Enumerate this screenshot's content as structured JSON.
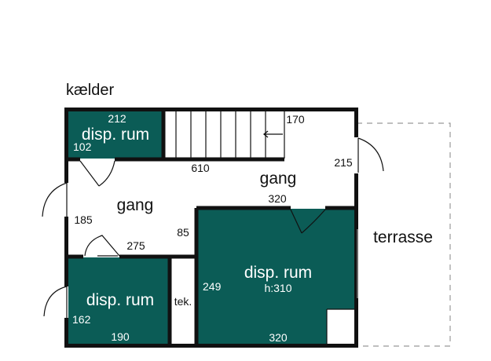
{
  "title": "kælder",
  "colors": {
    "wall": "#111111",
    "room_fill": "#0b5c56",
    "terrace_dash": "#888888",
    "text_on_fill": "#ffffff",
    "text": "#111111"
  },
  "rooms": {
    "storage_top_left": {
      "name": "disp. rum",
      "dim_top": "212",
      "dim_left": "102"
    },
    "storage_bottom_left": {
      "name": "disp. rum",
      "dim_left": "162",
      "dim_bottom": "190"
    },
    "storage_large": {
      "name": "disp. rum",
      "height_note": "h:310",
      "dim_left": "249",
      "dim_bottom": "320"
    },
    "technical": {
      "name": "tek."
    },
    "hall_top": {
      "name": "gang",
      "dim_top": "170",
      "dim_left_stairs": "610",
      "dim_right": "215",
      "dim_bottom": "320"
    },
    "hall_left": {
      "name": "gang",
      "dim_left": "185",
      "dim_right": "85",
      "dim_bottom": "275"
    }
  },
  "terrace": {
    "name": "terrasse"
  }
}
